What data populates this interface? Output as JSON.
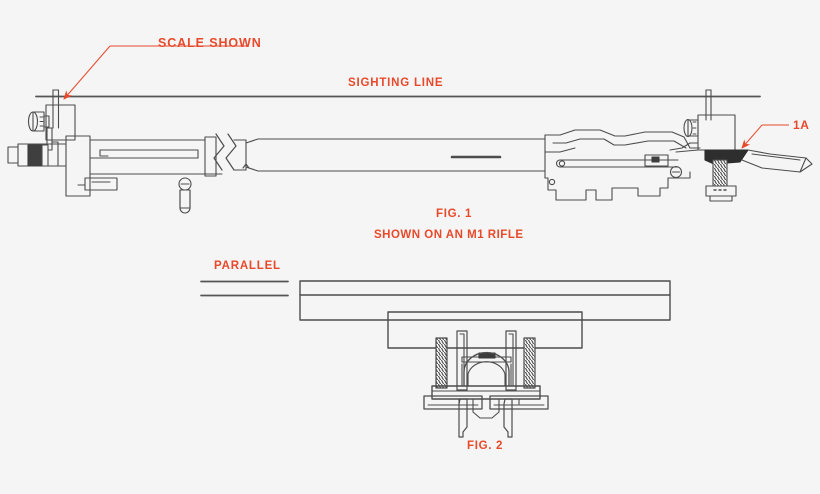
{
  "figure": {
    "background_color": "#f5f5f5",
    "line_color": "#4d4d4d",
    "accent_color": "#e8492b",
    "annotations": {
      "scale_shown": "SCALE SHOWN",
      "sighting_line": "SIGHTING LINE",
      "callout_1a": "1A",
      "parallel": "PARALLEL"
    },
    "captions": {
      "fig1_title": "FIG. 1",
      "fig1_subtitle_prefix": "SHOWN ON AN ",
      "fig1_subtitle_model": "M1",
      "fig1_subtitle_suffix": " RIFLE",
      "fig2_title": "FIG. 2"
    }
  },
  "fig1": {
    "name": "fig-1-rifle-side-view",
    "description": "Side elevation line drawing of an M1 rifle with a scope scale mounted at the muzzle and a rear mount assembly",
    "parts": {
      "front_sight_scale": "front-sight-scale-assembly",
      "gas_cylinder": "gas-cylinder",
      "barrel": "barrel",
      "break_symbol": "barrel-break-symbol",
      "receiver": "receiver",
      "operating_rod": "operating-rod",
      "trigger_group": "trigger-group",
      "magazine_well": "magazine-well",
      "stock": "stock",
      "rear_mount": "rear-sight-mount-assembly",
      "sighting_line": "sighting-line"
    }
  },
  "fig2": {
    "name": "fig-2-mount-front-view",
    "description": "Front elevation line drawing of the mount rail, base block, threaded posts and split clamp ring",
    "parts": {
      "rail": "horizontal-rail",
      "base_block": "base-block",
      "left_post": "left-threaded-post",
      "right_post": "right-threaded-post",
      "clamp_ring": "split-clamp-ring",
      "base_plate": "base-plate",
      "left_foot": "left-foot",
      "right_foot": "right-foot",
      "left_leg": "left-leg",
      "right_leg": "right-leg"
    }
  }
}
